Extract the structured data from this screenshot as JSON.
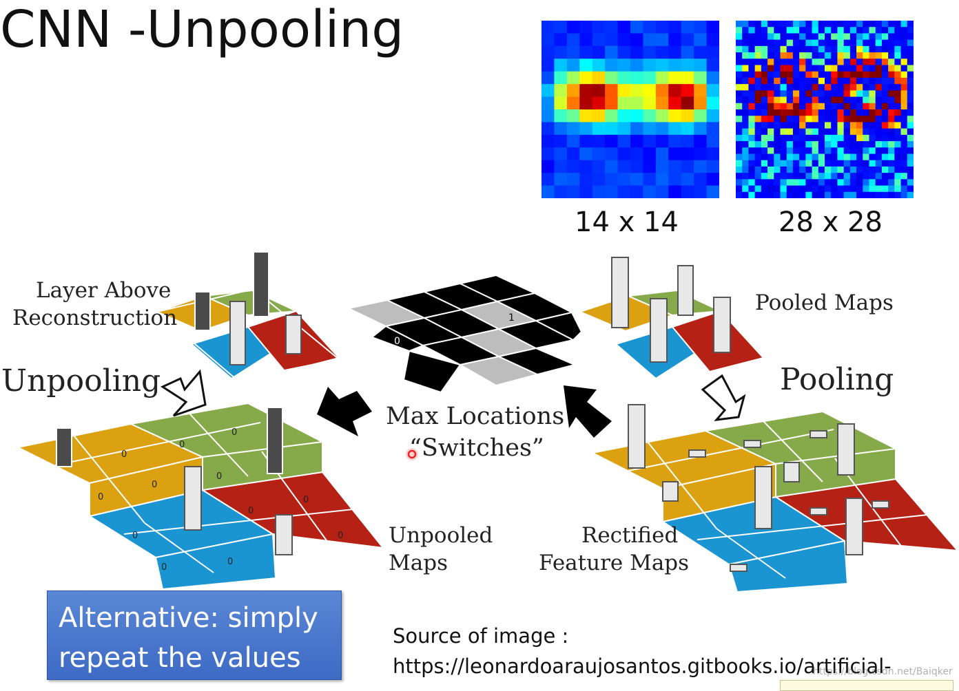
{
  "title": "CNN -Unpooling",
  "heatmaps": [
    {
      "label": "14 x 14",
      "grid": 14
    },
    {
      "label": "28 x 28",
      "grid": 28
    }
  ],
  "diagram": {
    "layer_above": [
      "Layer Above",
      "Reconstruction"
    ],
    "unpooling": "Unpooling",
    "pooling": "Pooling",
    "pooled_maps": "Pooled Maps",
    "max_locations": [
      "Max Locations",
      "“Switches”"
    ],
    "unpooled_maps": [
      "Unpooled",
      "Maps"
    ],
    "rectified": [
      "Rectified",
      "Feature Maps"
    ],
    "switch_values": [
      "0",
      "1"
    ],
    "zero": "0"
  },
  "colors": {
    "yellow": "#dba111",
    "green": "#86a94a",
    "blue": "#1a95d2",
    "red": "#b52115",
    "dark_bar": "#4a4a4a",
    "light_bar": "#e8e8e8"
  },
  "alternative": [
    "Alternative: simply",
    "repeat the values"
  ],
  "source": [
    "Source of image :",
    "https://leonardoaraujosantos.gitbooks.io/artificial-"
  ],
  "watermark": "https://blog.csdn.net/Baiqker"
}
